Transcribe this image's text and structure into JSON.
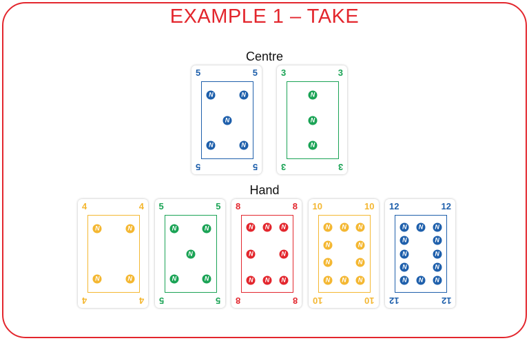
{
  "title": "EXAMPLE 1 – TAKE",
  "centre_label": "Centre",
  "hand_label": "Hand",
  "pip_glyph": "N",
  "colors": {
    "blue": "#1e5fab",
    "green": "#1aa355",
    "red": "#e3262d",
    "yellow": "#f4b731",
    "frame": "#e3262d"
  },
  "centre": [
    {
      "value": "5",
      "color": "blue"
    },
    {
      "value": "3",
      "color": "green"
    }
  ],
  "hand": [
    {
      "value": "4",
      "color": "yellow"
    },
    {
      "value": "5",
      "color": "green"
    },
    {
      "value": "8",
      "color": "red"
    },
    {
      "value": "10",
      "color": "yellow"
    },
    {
      "value": "12",
      "color": "blue"
    }
  ]
}
